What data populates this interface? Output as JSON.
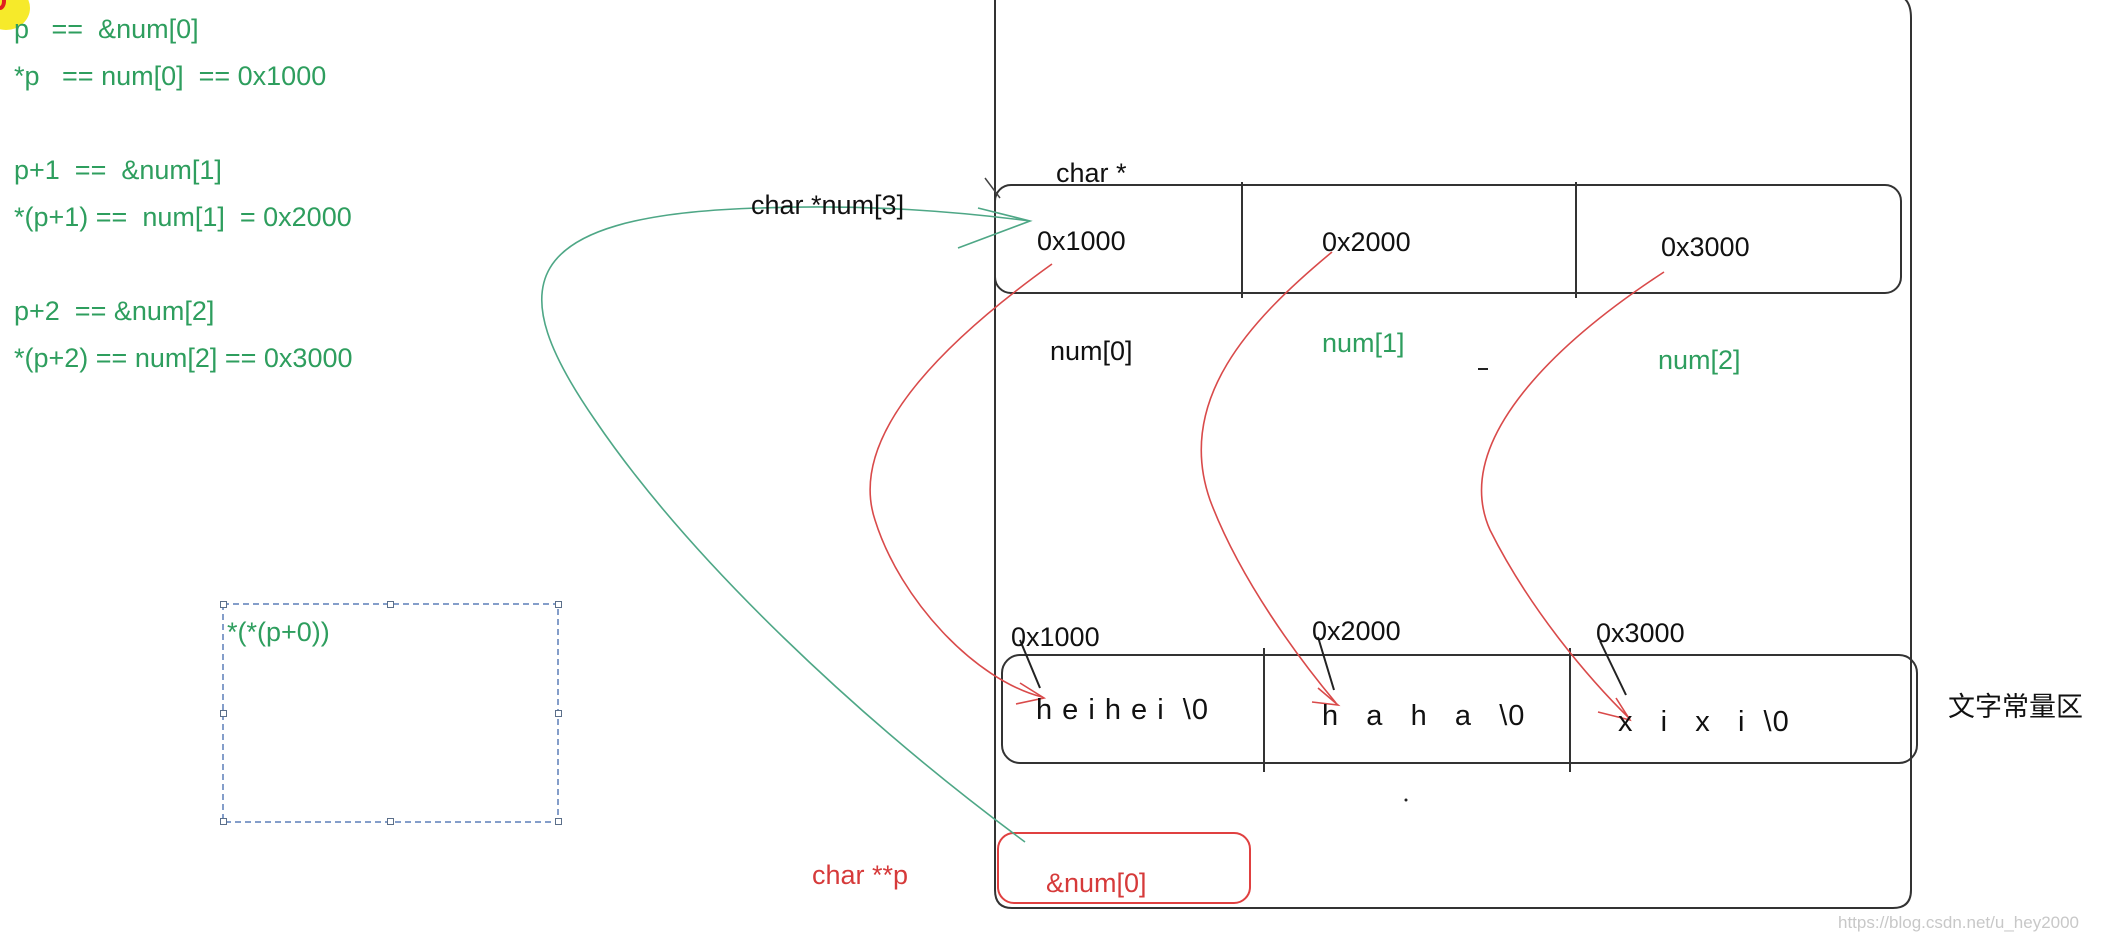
{
  "code_lines": [
    "p   ==  &num[0]",
    "*p   == num[0]  == 0x1000",
    "p+1  ==  &num[1]",
    "*(p+1) ==  num[1]  = 0x2000",
    "p+2  == &num[2]",
    "*(p+2) == num[2] == 0x3000"
  ],
  "selection_text": "*(*(p+0))",
  "array": {
    "type_label": "char *",
    "name_label": "char *num[3]",
    "cells": [
      "0x1000",
      "0x2000",
      "0x3000"
    ],
    "index_labels": [
      "num[0]",
      "num[1]",
      "num[2]"
    ]
  },
  "strings": {
    "addresses": [
      "0x1000",
      "0x2000",
      "0x3000"
    ],
    "values": [
      "h e i h e i  \\0",
      "h   a   h   a   \\0",
      "x   i   x   i  \\0"
    ],
    "region_label": "文字常量区"
  },
  "pointer": {
    "type_label": "char **p",
    "value": "&num[0]"
  },
  "watermark": "https://blog.csdn.net/u_hey2000",
  "colors": {
    "code": "#2e9e5e",
    "arrow_red": "#d94a4a",
    "arrow_green": "#4ea786",
    "box_border": "#333333",
    "pointer_box": "#e04040"
  }
}
